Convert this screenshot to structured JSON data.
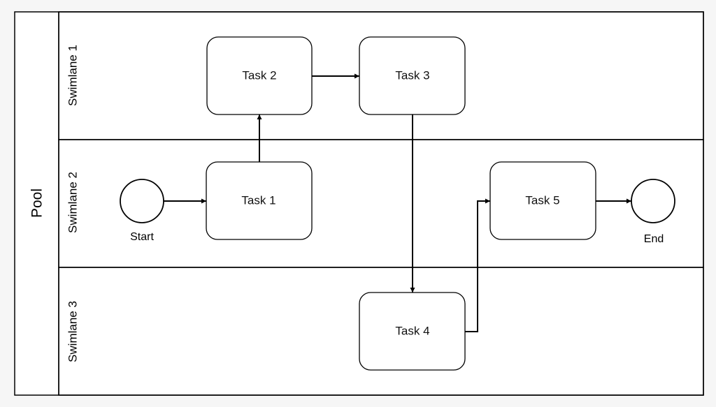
{
  "pool": {
    "label": "Pool",
    "lanes": [
      {
        "label": "Swimlane 1"
      },
      {
        "label": "Swimlane 2"
      },
      {
        "label": "Swimlane 3"
      }
    ]
  },
  "tasks": [
    {
      "label": "Task 1"
    },
    {
      "label": "Task 2"
    },
    {
      "label": "Task 3"
    },
    {
      "label": "Task 4"
    },
    {
      "label": "Task 5"
    }
  ],
  "events": {
    "start": {
      "label": "Start"
    },
    "end": {
      "label": "End"
    }
  },
  "colors": {
    "stroke": "#000000",
    "fill": "#ffffff",
    "background": "#f6f6f6"
  }
}
